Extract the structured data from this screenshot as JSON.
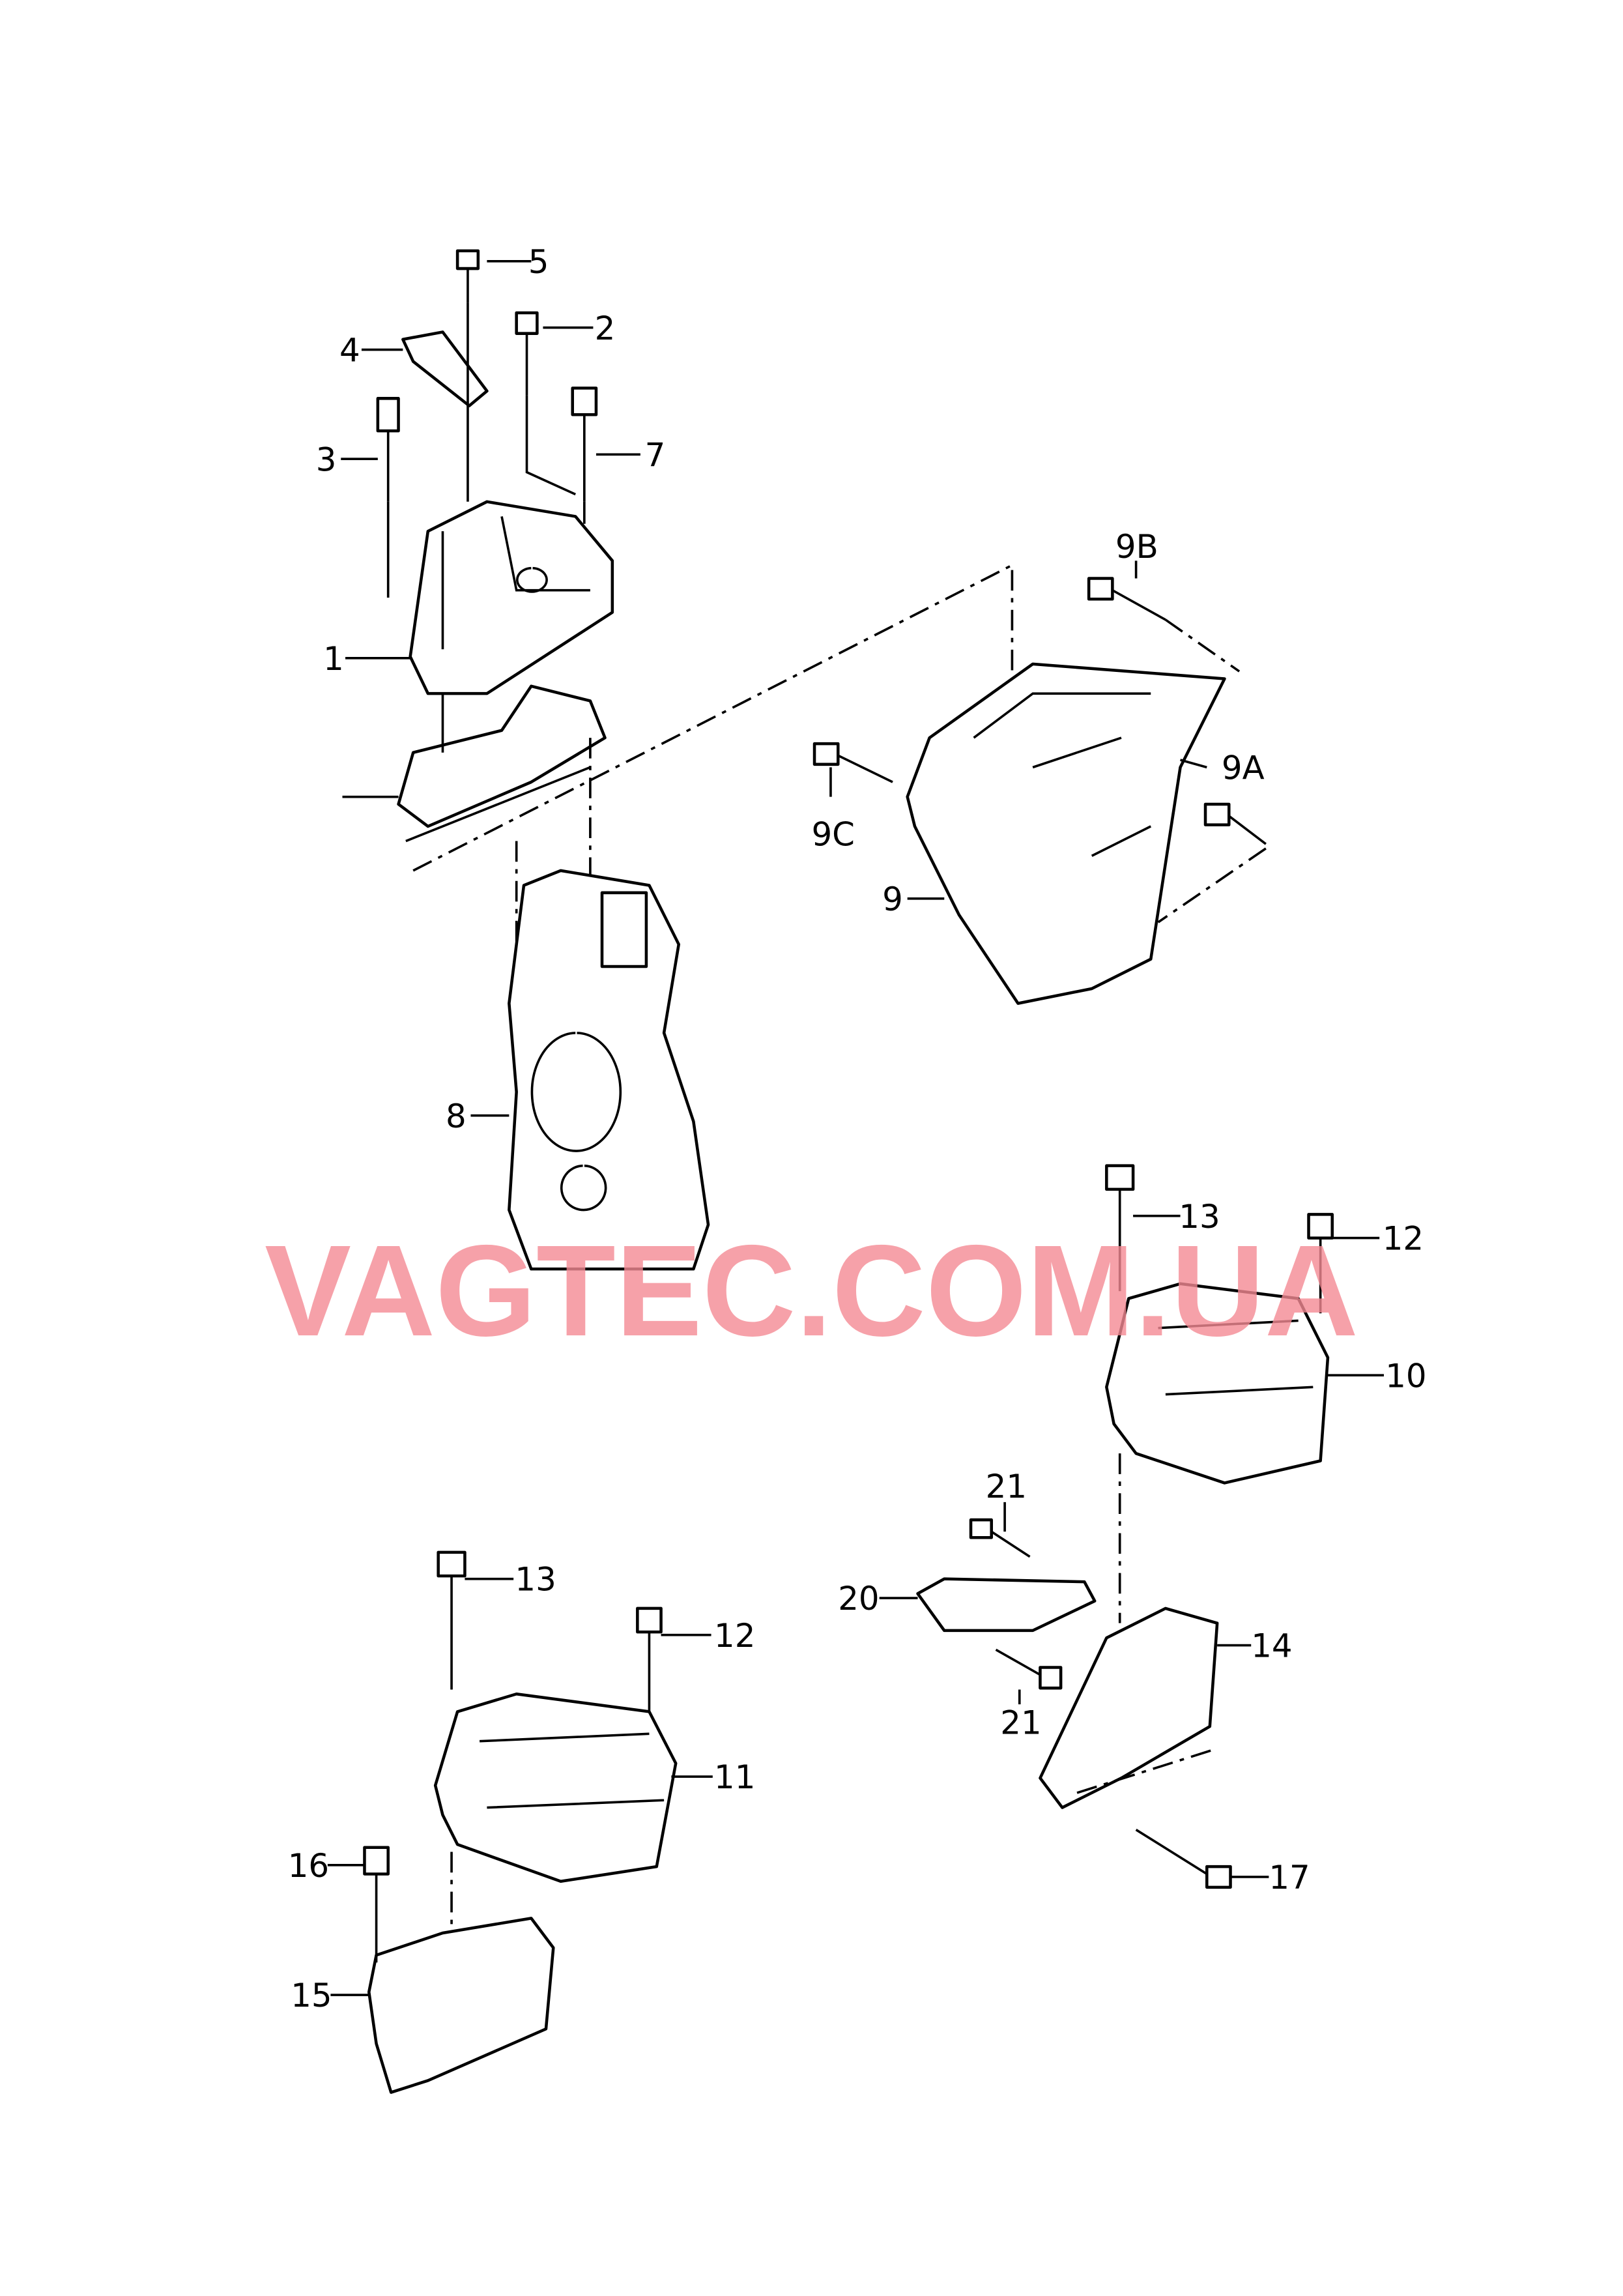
{
  "watermark": "VAGTEC.COM.UA",
  "colors": {
    "watermark": "#f48a94",
    "lines": "#000000",
    "background": "#ffffff"
  },
  "callouts": {
    "c5": "5",
    "c2": "2",
    "c4": "4",
    "c3": "3",
    "c7": "7",
    "c1": "1",
    "c9b": "9B",
    "c9a": "9A",
    "c9c": "9C",
    "c9": "9",
    "c8": "8",
    "c13a": "13",
    "c12a": "12",
    "c10": "10",
    "c21a": "21",
    "c20": "20",
    "c14": "14",
    "c21b": "21",
    "c17": "17",
    "c13b": "13",
    "c12b": "12",
    "c11": "11",
    "c16": "16",
    "c15": "15"
  }
}
